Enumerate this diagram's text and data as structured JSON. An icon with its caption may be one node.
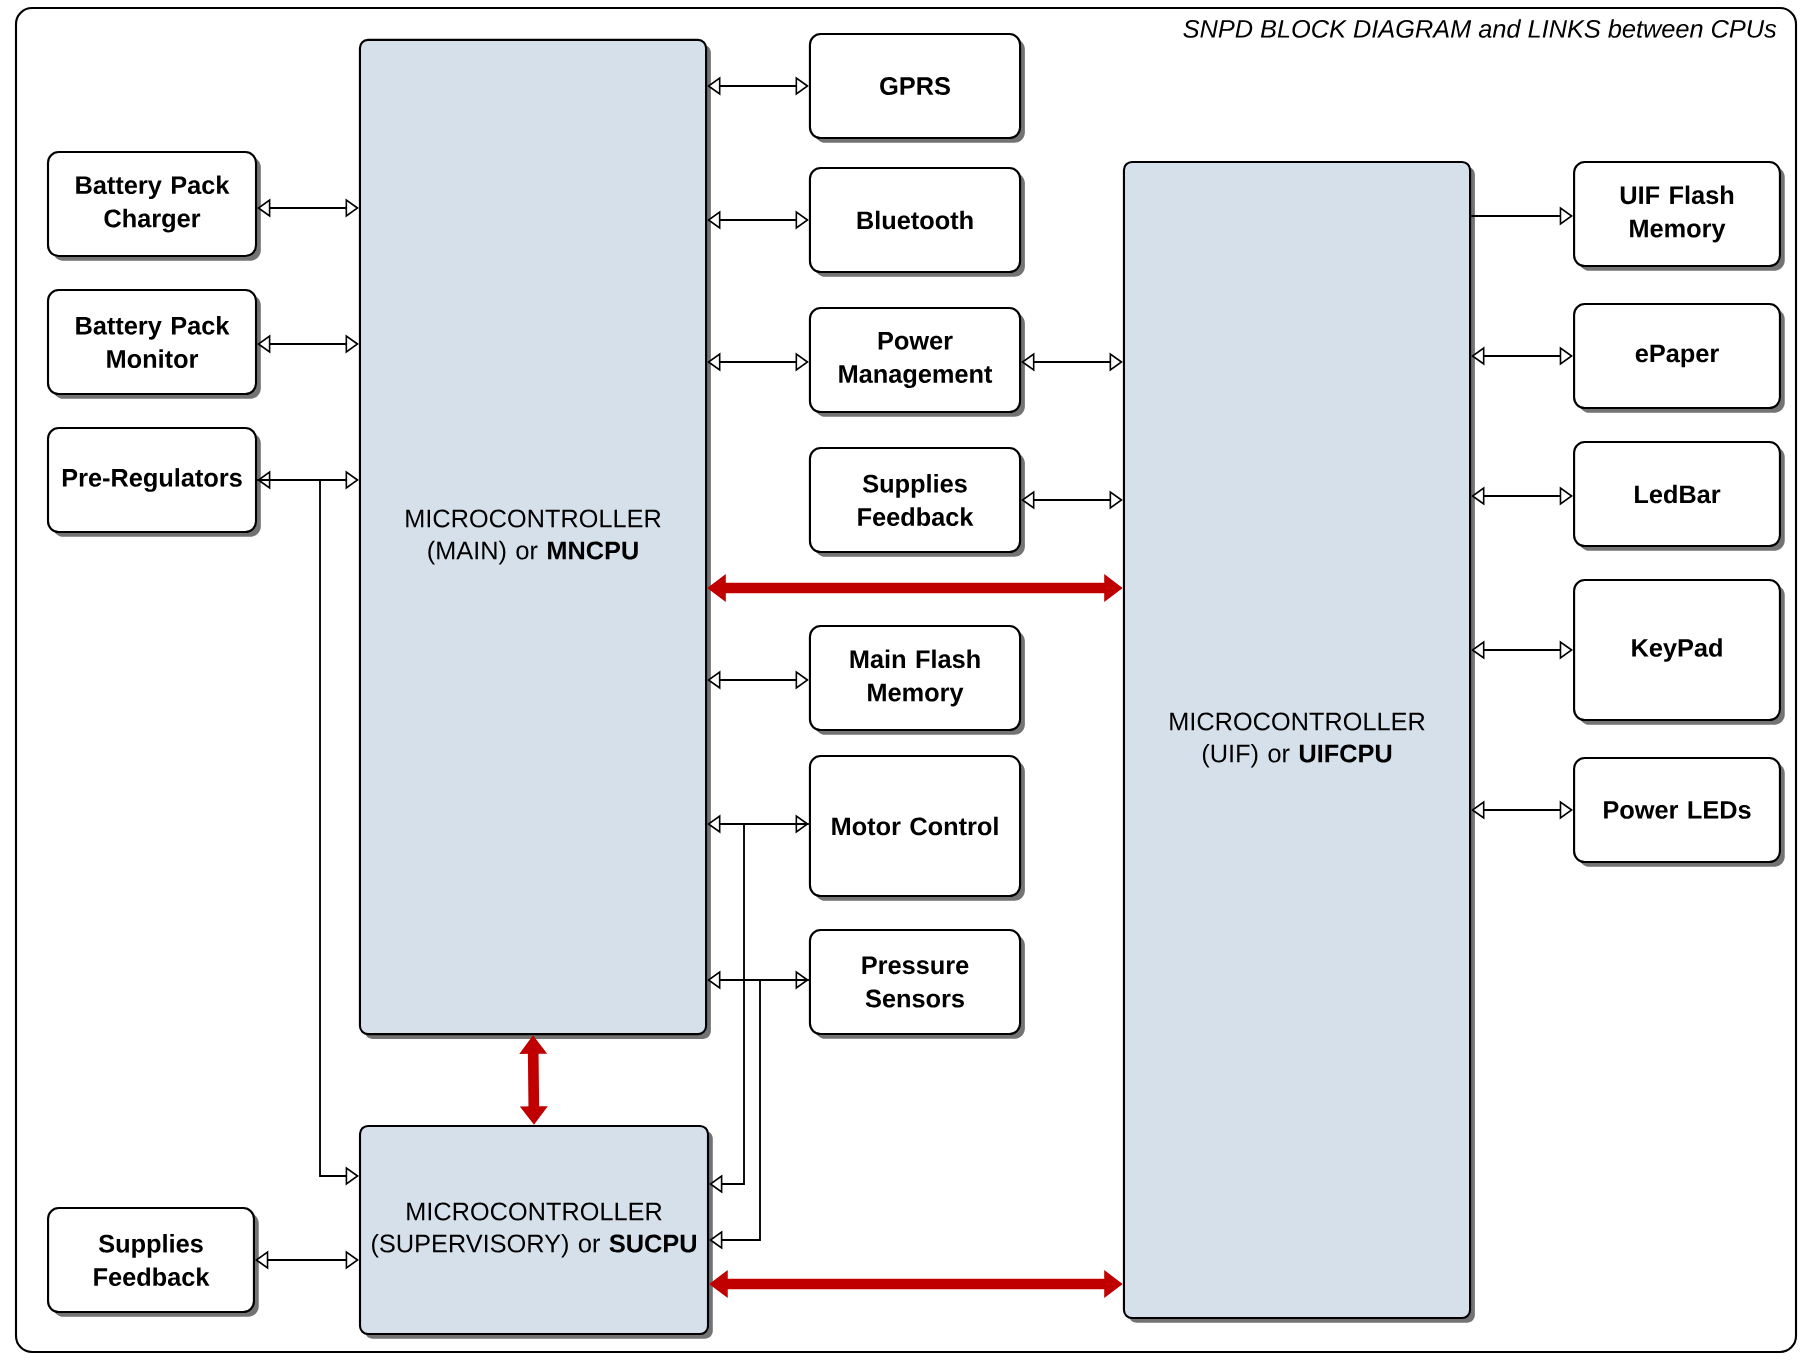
{
  "diagram": {
    "title": "SNPD BLOCK DIAGRAM and LINKS between CPUs",
    "nodes": [
      {
        "text": [
          "MICROCONTROLLER (MAIN) or **MNCPU**"
        ]
      },
      {
        "text": [
          "MICROCONTROLLER (SUPERVISORY) or **SUCPU**"
        ]
      },
      {
        "text": [
          "MICROCONTROLLER (UIF) or **UIFCPU**"
        ]
      },
      {
        "text": [
          "Battery Pack Charger"
        ]
      },
      {
        "text": [
          "Battery Pack Monitor"
        ]
      },
      {
        "text": [
          "Pre-Regulators"
        ]
      },
      {
        "text": [
          "Supplies Feedback"
        ]
      },
      {
        "text": [
          "GPRS"
        ]
      },
      {
        "text": [
          "Bluetooth"
        ]
      },
      {
        "text": [
          "Power Management"
        ]
      },
      {
        "text": [
          "Supplies Feedback"
        ]
      },
      {
        "text": [
          "Main Flash Memory"
        ]
      },
      {
        "text": [
          "Motor Control"
        ]
      },
      {
        "text": [
          "Pressure Sensors"
        ]
      },
      {
        "text": [
          "UIF Flash Memory"
        ]
      },
      {
        "text": [
          "ePaper"
        ]
      },
      {
        "text": [
          "LedBar"
        ]
      },
      {
        "text": [
          "KeyPad"
        ]
      },
      {
        "text": [
          "Power LEDs"
        ]
      }
    ],
    "edges": [
      {
        "from": 3,
        "to": 0,
        "arrow": "both"
      },
      {
        "from": 4,
        "to": 0,
        "arrow": "both"
      },
      {
        "from": 5,
        "to": 0,
        "arrow": "both"
      },
      {
        "from": 5,
        "to": 1,
        "arrow": "to"
      },
      {
        "from": 6,
        "to": 1,
        "arrow": "both"
      },
      {
        "from": 0,
        "to": 7,
        "arrow": "both"
      },
      {
        "from": 0,
        "to": 8,
        "arrow": "both"
      },
      {
        "from": 0,
        "to": 9,
        "arrow": "both"
      },
      {
        "from": 9,
        "to": 2,
        "arrow": "both"
      },
      {
        "from": 10,
        "to": 2,
        "arrow": "both"
      },
      {
        "from": 0,
        "to": 2,
        "arrow": "both",
        "style": "thick",
        "color": "#c00000"
      },
      {
        "from": 0,
        "to": 11,
        "arrow": "both"
      },
      {
        "from": 0,
        "to": 12,
        "arrow": "both"
      },
      {
        "from": 12,
        "to": 1,
        "arrow": "to"
      },
      {
        "from": 0,
        "to": 13,
        "arrow": "both"
      },
      {
        "from": 13,
        "to": 1,
        "arrow": "to"
      },
      {
        "from": 0,
        "to": 1,
        "arrow": "both",
        "style": "thick",
        "color": "#c00000"
      },
      {
        "from": 1,
        "to": 2,
        "arrow": "both",
        "style": "thick",
        "color": "#c00000"
      },
      {
        "from": 2,
        "to": 14,
        "arrow": "to"
      },
      {
        "from": 2,
        "to": 15,
        "arrow": "both"
      },
      {
        "from": 2,
        "to": 16,
        "arrow": "both"
      },
      {
        "from": 2,
        "to": 17,
        "arrow": "both"
      },
      {
        "from": 2,
        "to": 18,
        "arrow": "both"
      }
    ]
  }
}
